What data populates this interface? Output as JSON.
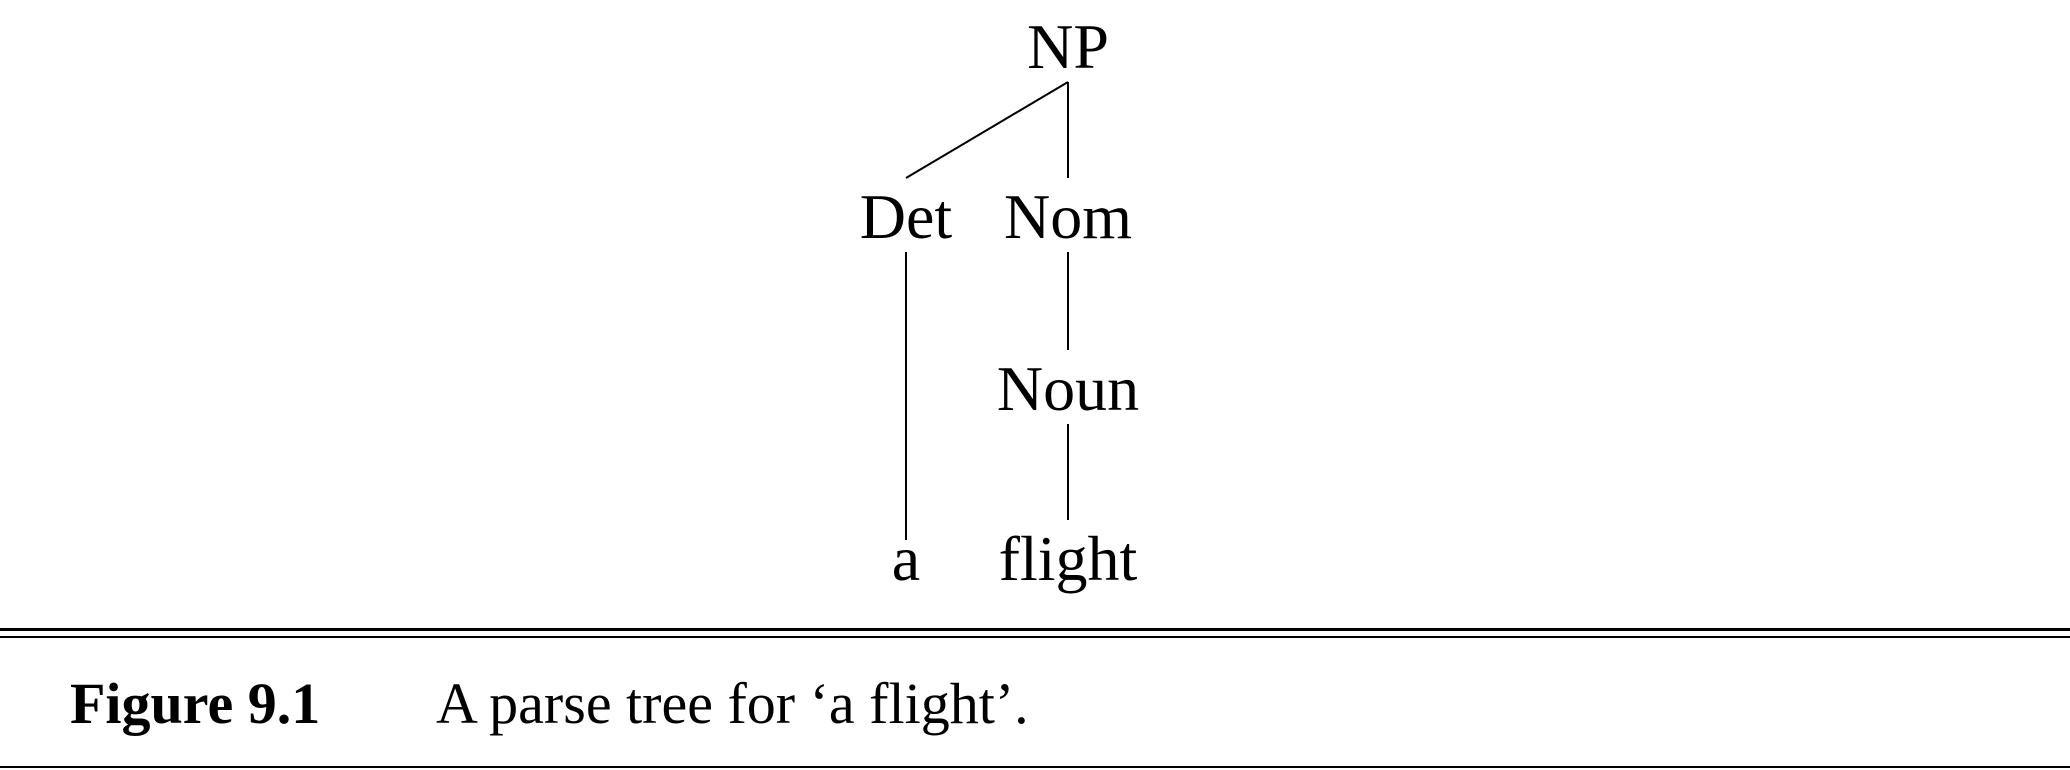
{
  "tree": {
    "nodes": {
      "np": "NP",
      "det": "Det",
      "nom": "Nom",
      "noun": "Noun",
      "a": "a",
      "flight": "flight"
    }
  },
  "caption": {
    "label": "Figure 9.1",
    "text": "A parse tree for ‘a flight’."
  }
}
